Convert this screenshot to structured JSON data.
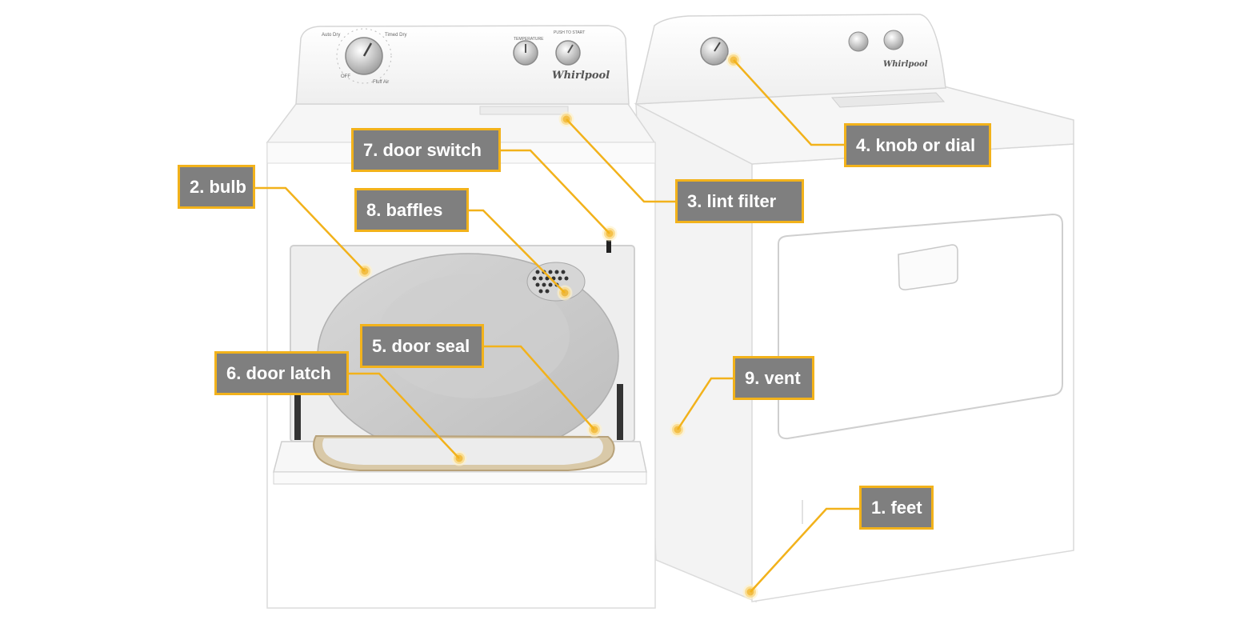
{
  "brand": "Whirlpool",
  "accent_color": "#f2b21b",
  "label_bg_color": "#7f7f7f",
  "callouts": {
    "feet": "1. feet",
    "bulb": "2. bulb",
    "lint_filter": "3. lint filter",
    "knob": "4. knob or dial",
    "door_seal": "5. door seal",
    "door_latch": "6. door latch",
    "door_switch": "7. door switch",
    "baffles": "8. baffles",
    "vent": "9. vent"
  },
  "dial_labels": {
    "auto_dry": "Auto Dry",
    "timed_dry": "Timed Dry",
    "fluff_air": "Fluff Air",
    "off": "OFF",
    "temperature": "TEMPERATURE",
    "push_to_start": "PUSH TO START"
  }
}
